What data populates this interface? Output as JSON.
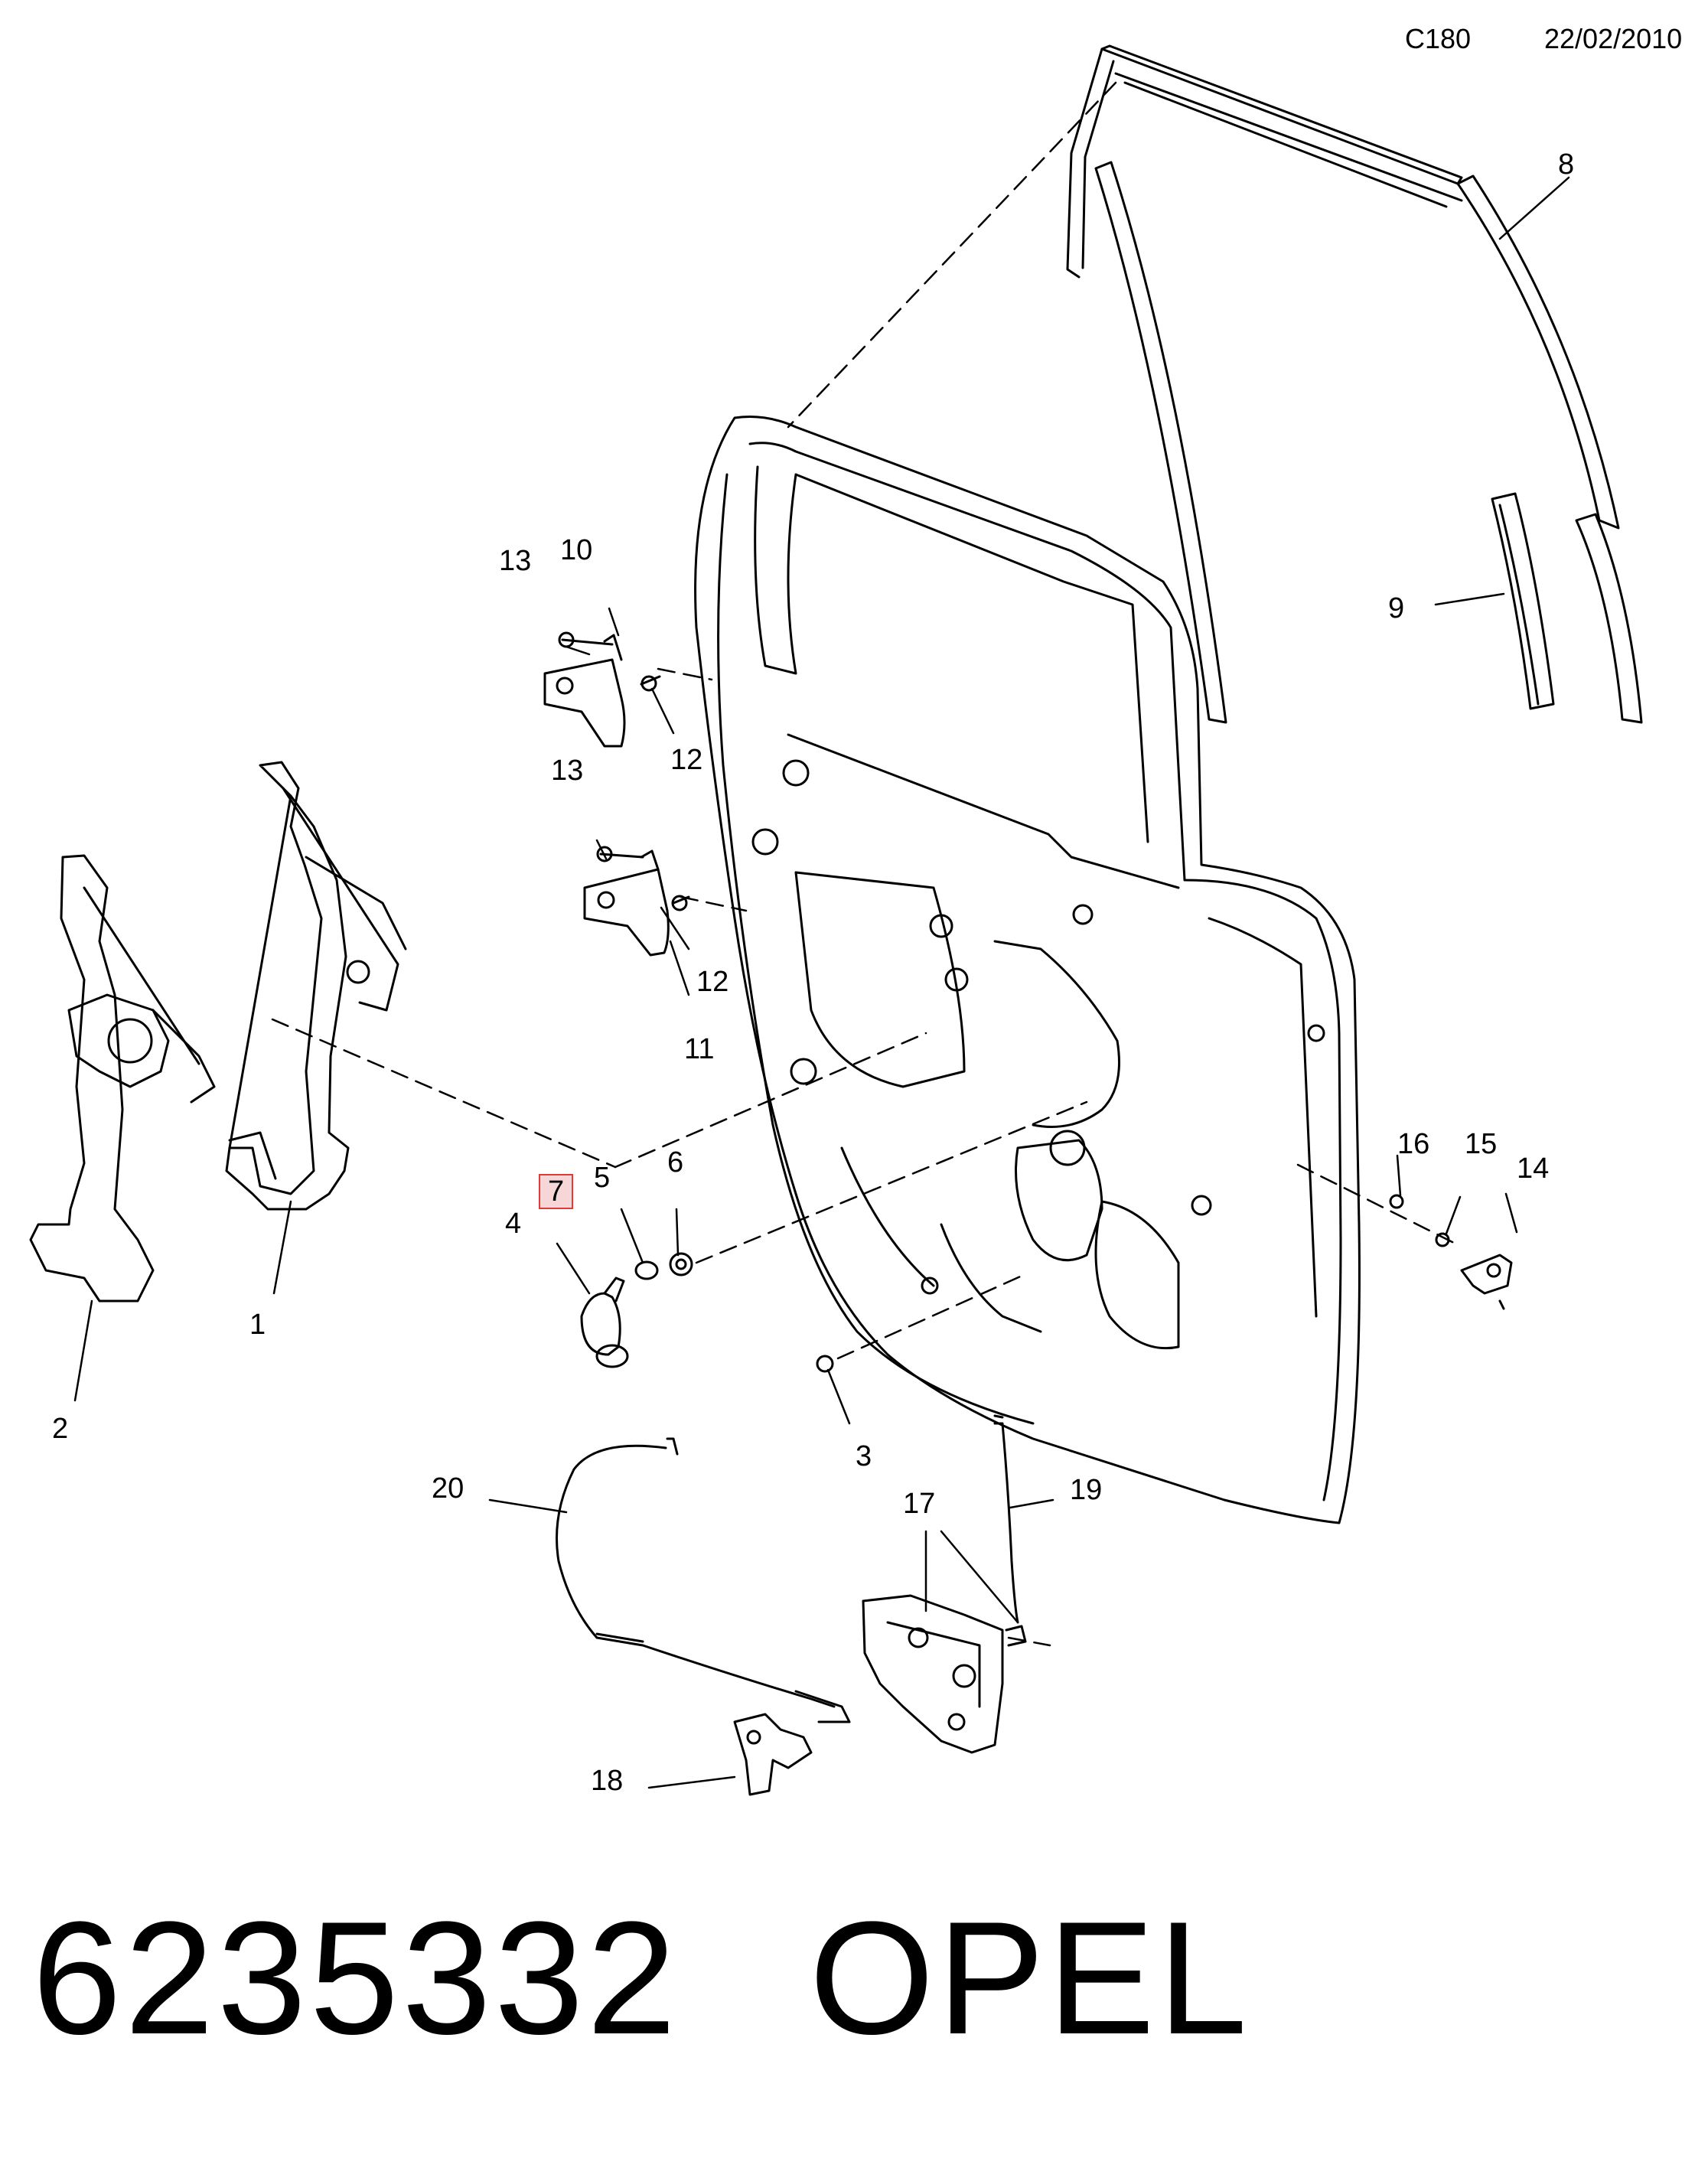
{
  "header": {
    "code": "C180",
    "date": "22/02/2010"
  },
  "callouts": [
    {
      "id": "c1",
      "label": "1"
    },
    {
      "id": "c2",
      "label": "2"
    },
    {
      "id": "c3",
      "label": "3"
    },
    {
      "id": "c4",
      "label": "4"
    },
    {
      "id": "c5",
      "label": "5"
    },
    {
      "id": "c6",
      "label": "6"
    },
    {
      "id": "c7",
      "label": "7",
      "highlighted": true
    },
    {
      "id": "c8",
      "label": "8"
    },
    {
      "id": "c9",
      "label": "9"
    },
    {
      "id": "c10",
      "label": "10"
    },
    {
      "id": "c11",
      "label": "11"
    },
    {
      "id": "c12a",
      "label": "12"
    },
    {
      "id": "c12b",
      "label": "12"
    },
    {
      "id": "c13a",
      "label": "13"
    },
    {
      "id": "c13b",
      "label": "13"
    },
    {
      "id": "c14",
      "label": "14"
    },
    {
      "id": "c15",
      "label": "15"
    },
    {
      "id": "c16",
      "label": "16"
    },
    {
      "id": "c17",
      "label": "17"
    },
    {
      "id": "c18",
      "label": "18"
    },
    {
      "id": "c19",
      "label": "19"
    },
    {
      "id": "c20",
      "label": "20"
    }
  ],
  "footer": {
    "part_number": "6235332",
    "brand": "OPEL"
  },
  "colors": {
    "line": "#000000",
    "highlight_border": "#e03a3a",
    "highlight_fill": "#f6d6d6"
  }
}
